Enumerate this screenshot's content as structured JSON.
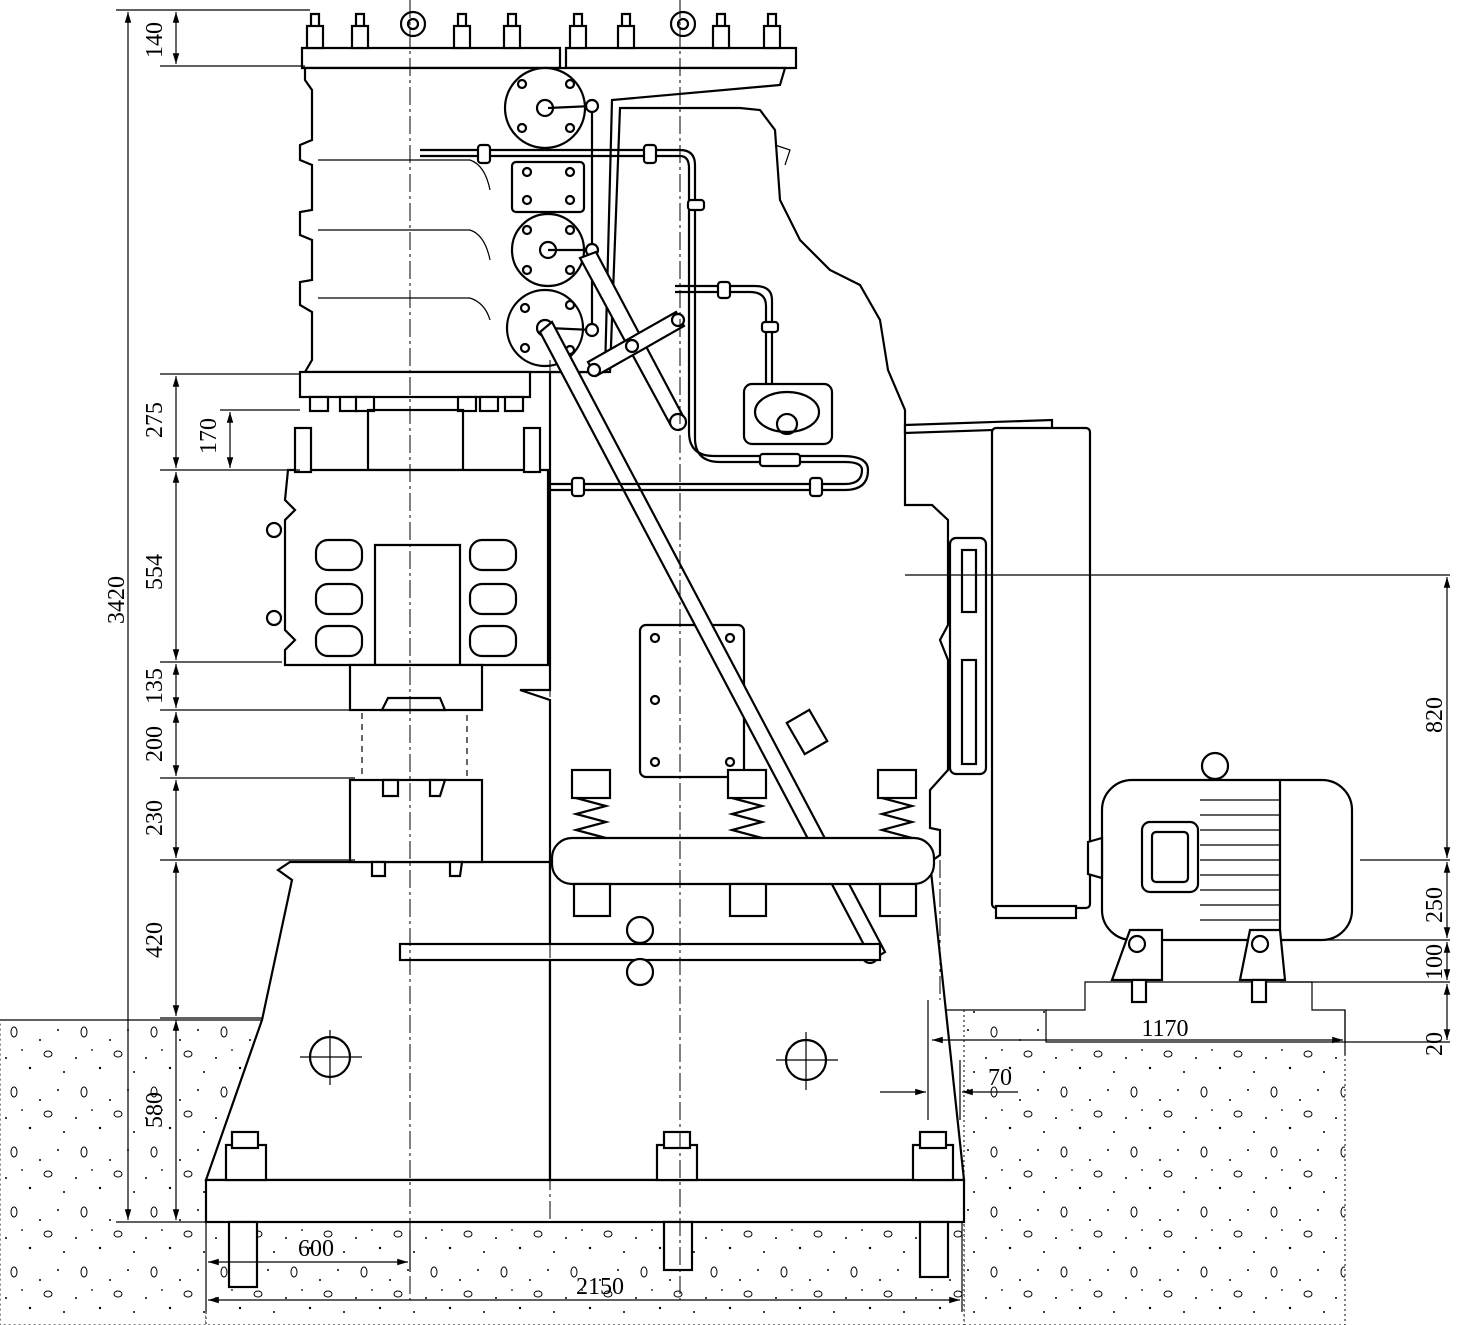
{
  "dimensions": {
    "top_flange": "140",
    "total_height": "3420",
    "upper_anvil": "275",
    "upper_anvil_inner": "170",
    "guide_block": "554",
    "upper_die": "135",
    "die_gap": "200",
    "lower_die": "230",
    "anvil_block": "420",
    "base": "580",
    "motor_axis_height": "820",
    "motor_base": "250",
    "motor_bed": "100",
    "motor_step": "20",
    "motor_offset": "1170",
    "foundation_step": "70",
    "center_offset": "600",
    "overall_width": "2150"
  },
  "colors": {
    "line": "#000000",
    "background": "#ffffff"
  }
}
